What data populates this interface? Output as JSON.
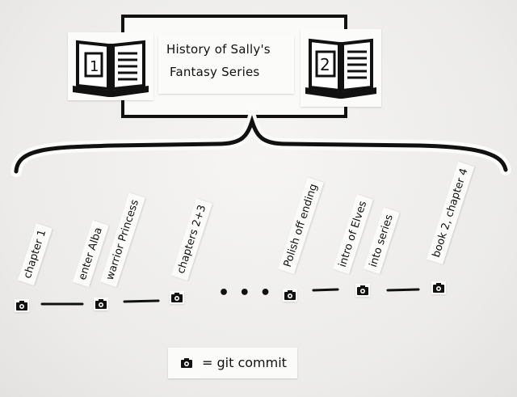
{
  "title": {
    "line1": "History of Sally's",
    "line2": "Fantasy Series"
  },
  "books": [
    {
      "number": "1"
    },
    {
      "number": "2"
    }
  ],
  "commits": [
    {
      "label": "chapter 1"
    },
    {
      "label": "enter Alba"
    },
    {
      "label": "warrior Princess"
    },
    {
      "label": "chapters 2+3"
    },
    {
      "label": "Polish off ending"
    },
    {
      "label": "intro of Elves"
    },
    {
      "label": "into series"
    },
    {
      "label": "book 2, chapter 4"
    }
  ],
  "ellipsis": "• • •",
  "legend": {
    "text": "= git commit",
    "icon": "camera-icon"
  },
  "colors": {
    "ink": "#111111",
    "paper": "#fbfbfa",
    "background": "#efeeec"
  }
}
